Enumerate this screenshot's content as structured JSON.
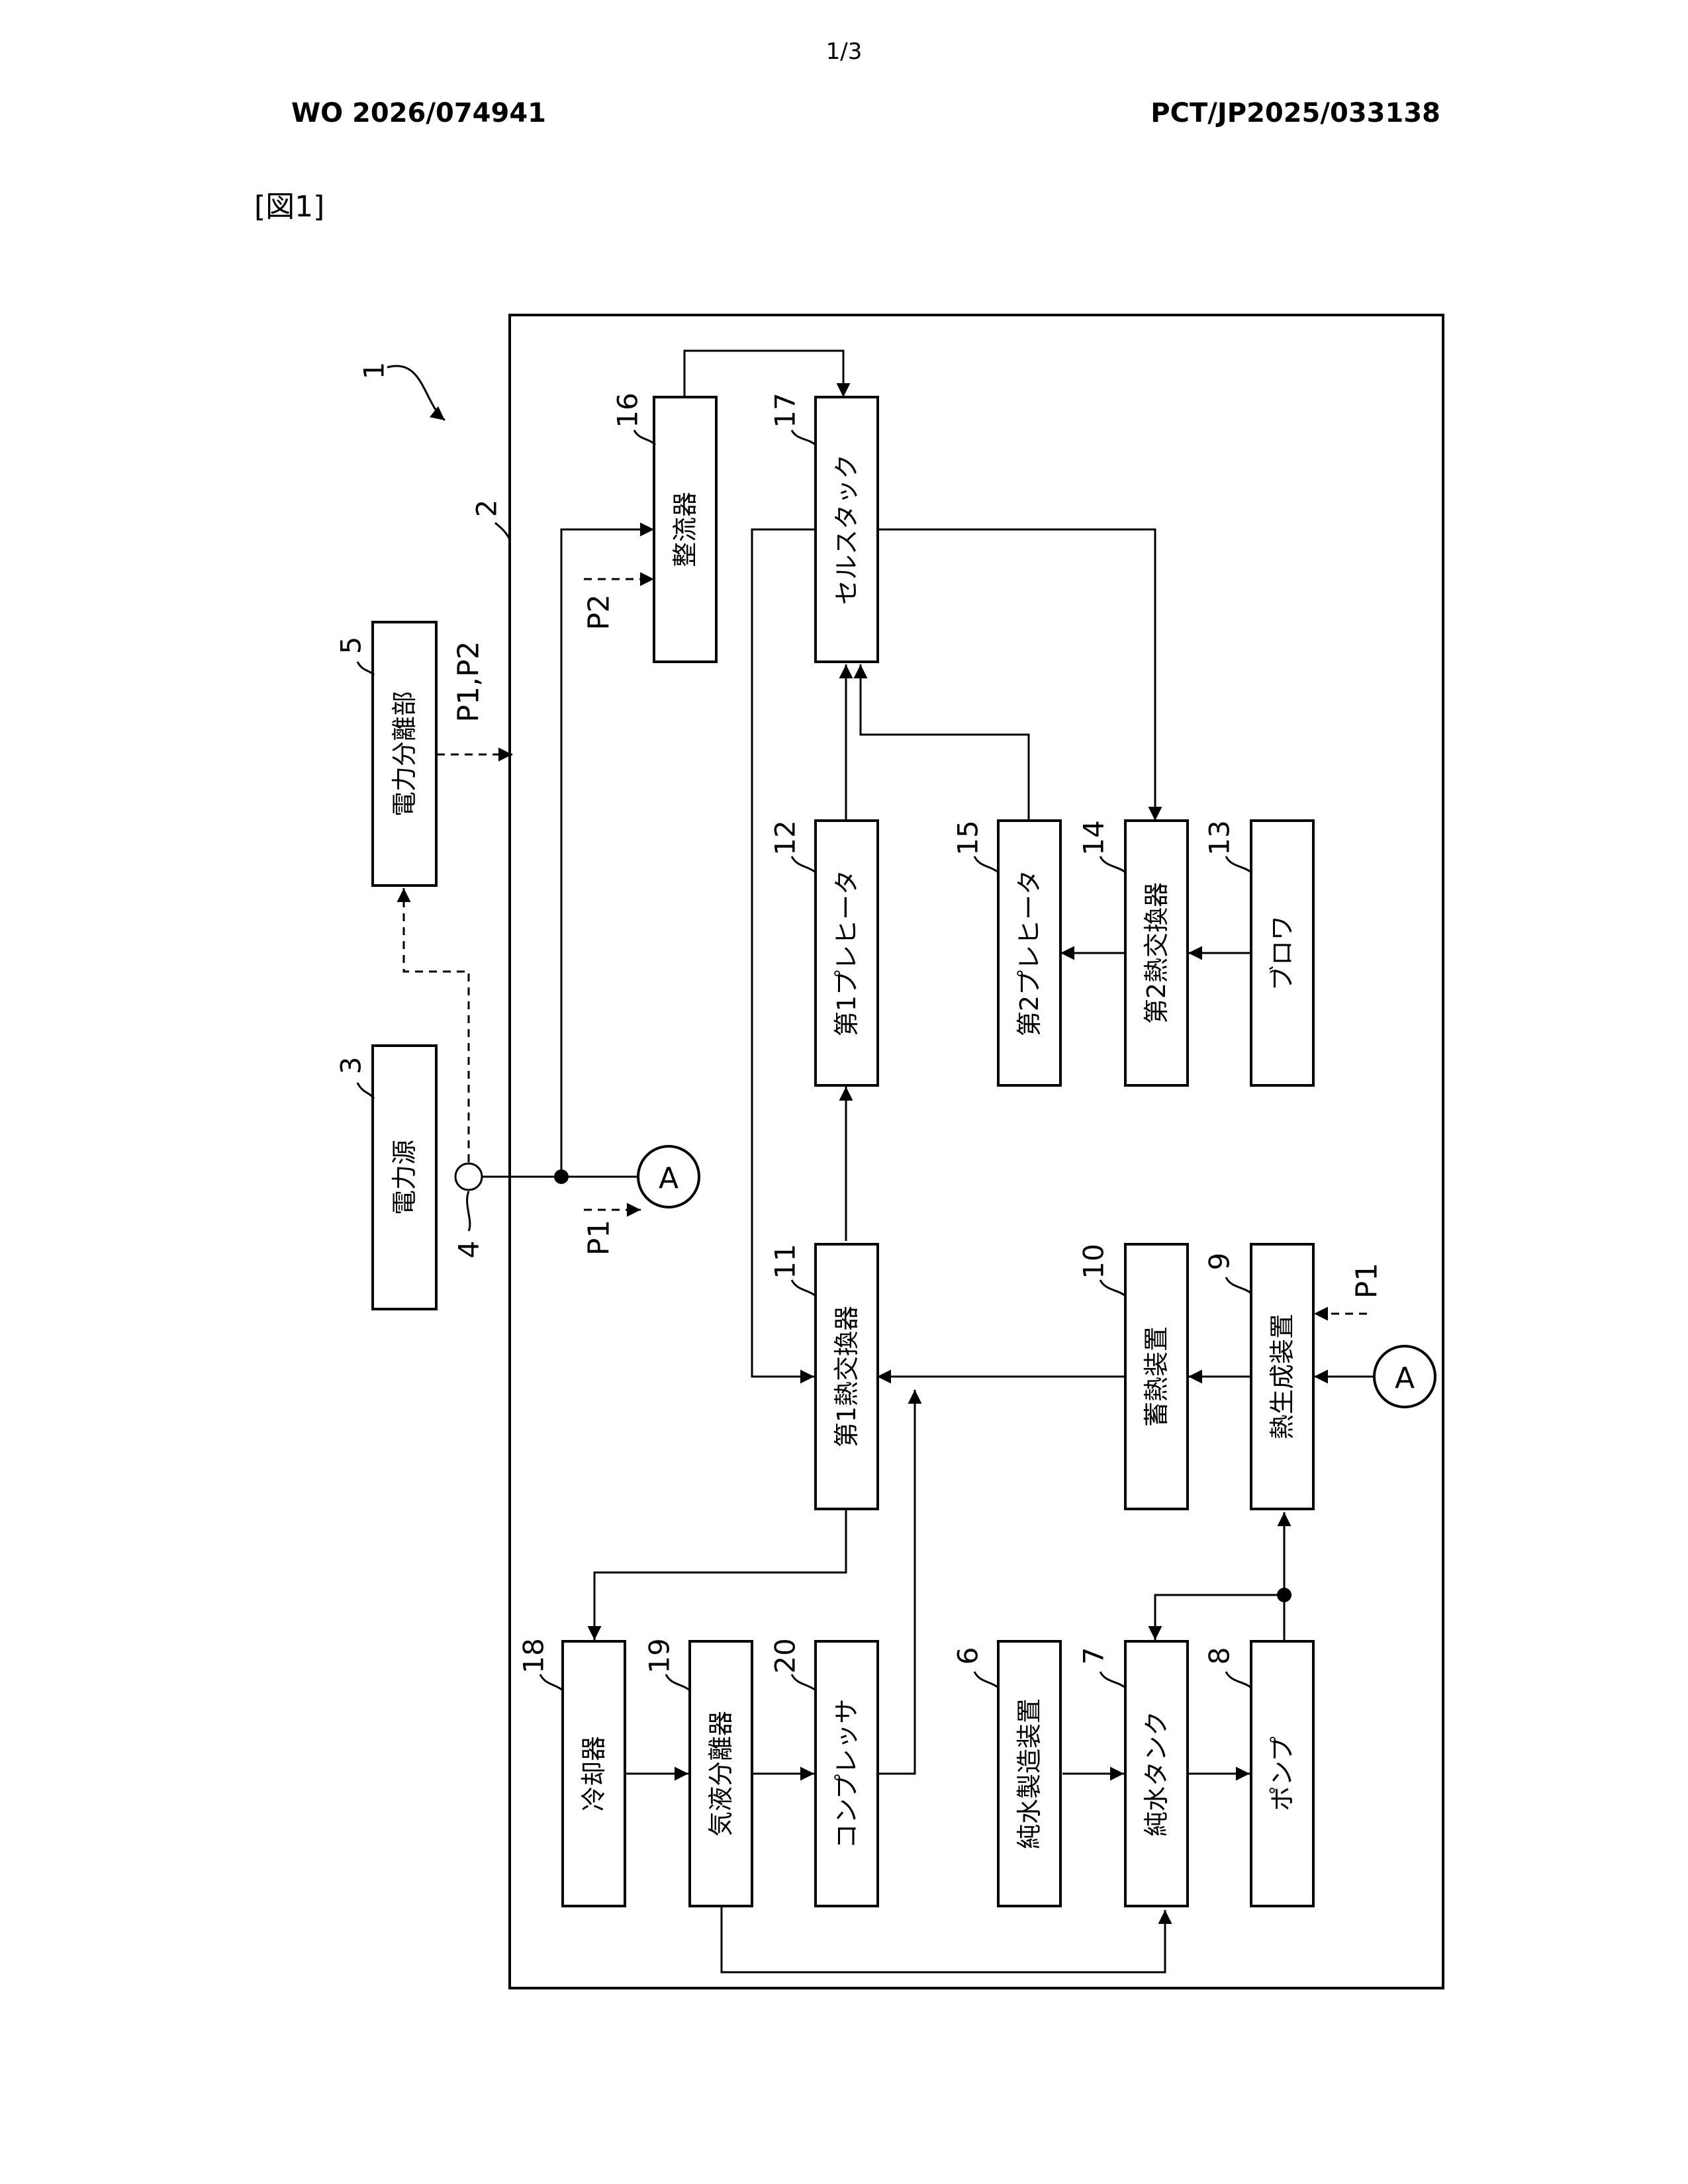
{
  "header": {
    "page_number": "1/3",
    "publication_number": "WO 2026/074941",
    "application_number": "PCT/JP2025/033138",
    "figure_label": "[図1]"
  },
  "diagram": {
    "system_ref": "1",
    "enclosure_ref": "2",
    "components": {
      "c3": {
        "ref": "3",
        "label": "電力源"
      },
      "c4": {
        "ref": "4"
      },
      "c5": {
        "ref": "5",
        "label": "電力分離部"
      },
      "c6": {
        "ref": "6",
        "label": "純水製造装置"
      },
      "c7": {
        "ref": "7",
        "label": "純水タンク"
      },
      "c8": {
        "ref": "8",
        "label": "ポンプ"
      },
      "c9": {
        "ref": "9",
        "label": "熱生成装置"
      },
      "c10": {
        "ref": "10",
        "label": "蓄熱装置"
      },
      "c11": {
        "ref": "11",
        "label": "第1熱交換器"
      },
      "c12": {
        "ref": "12",
        "label": "第1プレヒータ"
      },
      "c13": {
        "ref": "13",
        "label": "ブロワ"
      },
      "c14": {
        "ref": "14",
        "label": "第2熱交換器"
      },
      "c15": {
        "ref": "15",
        "label": "第2プレヒータ"
      },
      "c16": {
        "ref": "16",
        "label": "整流器"
      },
      "c17": {
        "ref": "17",
        "label": "セルスタック"
      },
      "c18": {
        "ref": "18",
        "label": "冷却器"
      },
      "c19": {
        "ref": "19",
        "label": "気液分離器"
      },
      "c20": {
        "ref": "20",
        "label": "コンプレッサ"
      }
    },
    "signals": {
      "p1p2": "P1,P2",
      "p2": "P2",
      "p1_source": "P1",
      "p1_heat": "P1"
    },
    "connector": "A"
  }
}
